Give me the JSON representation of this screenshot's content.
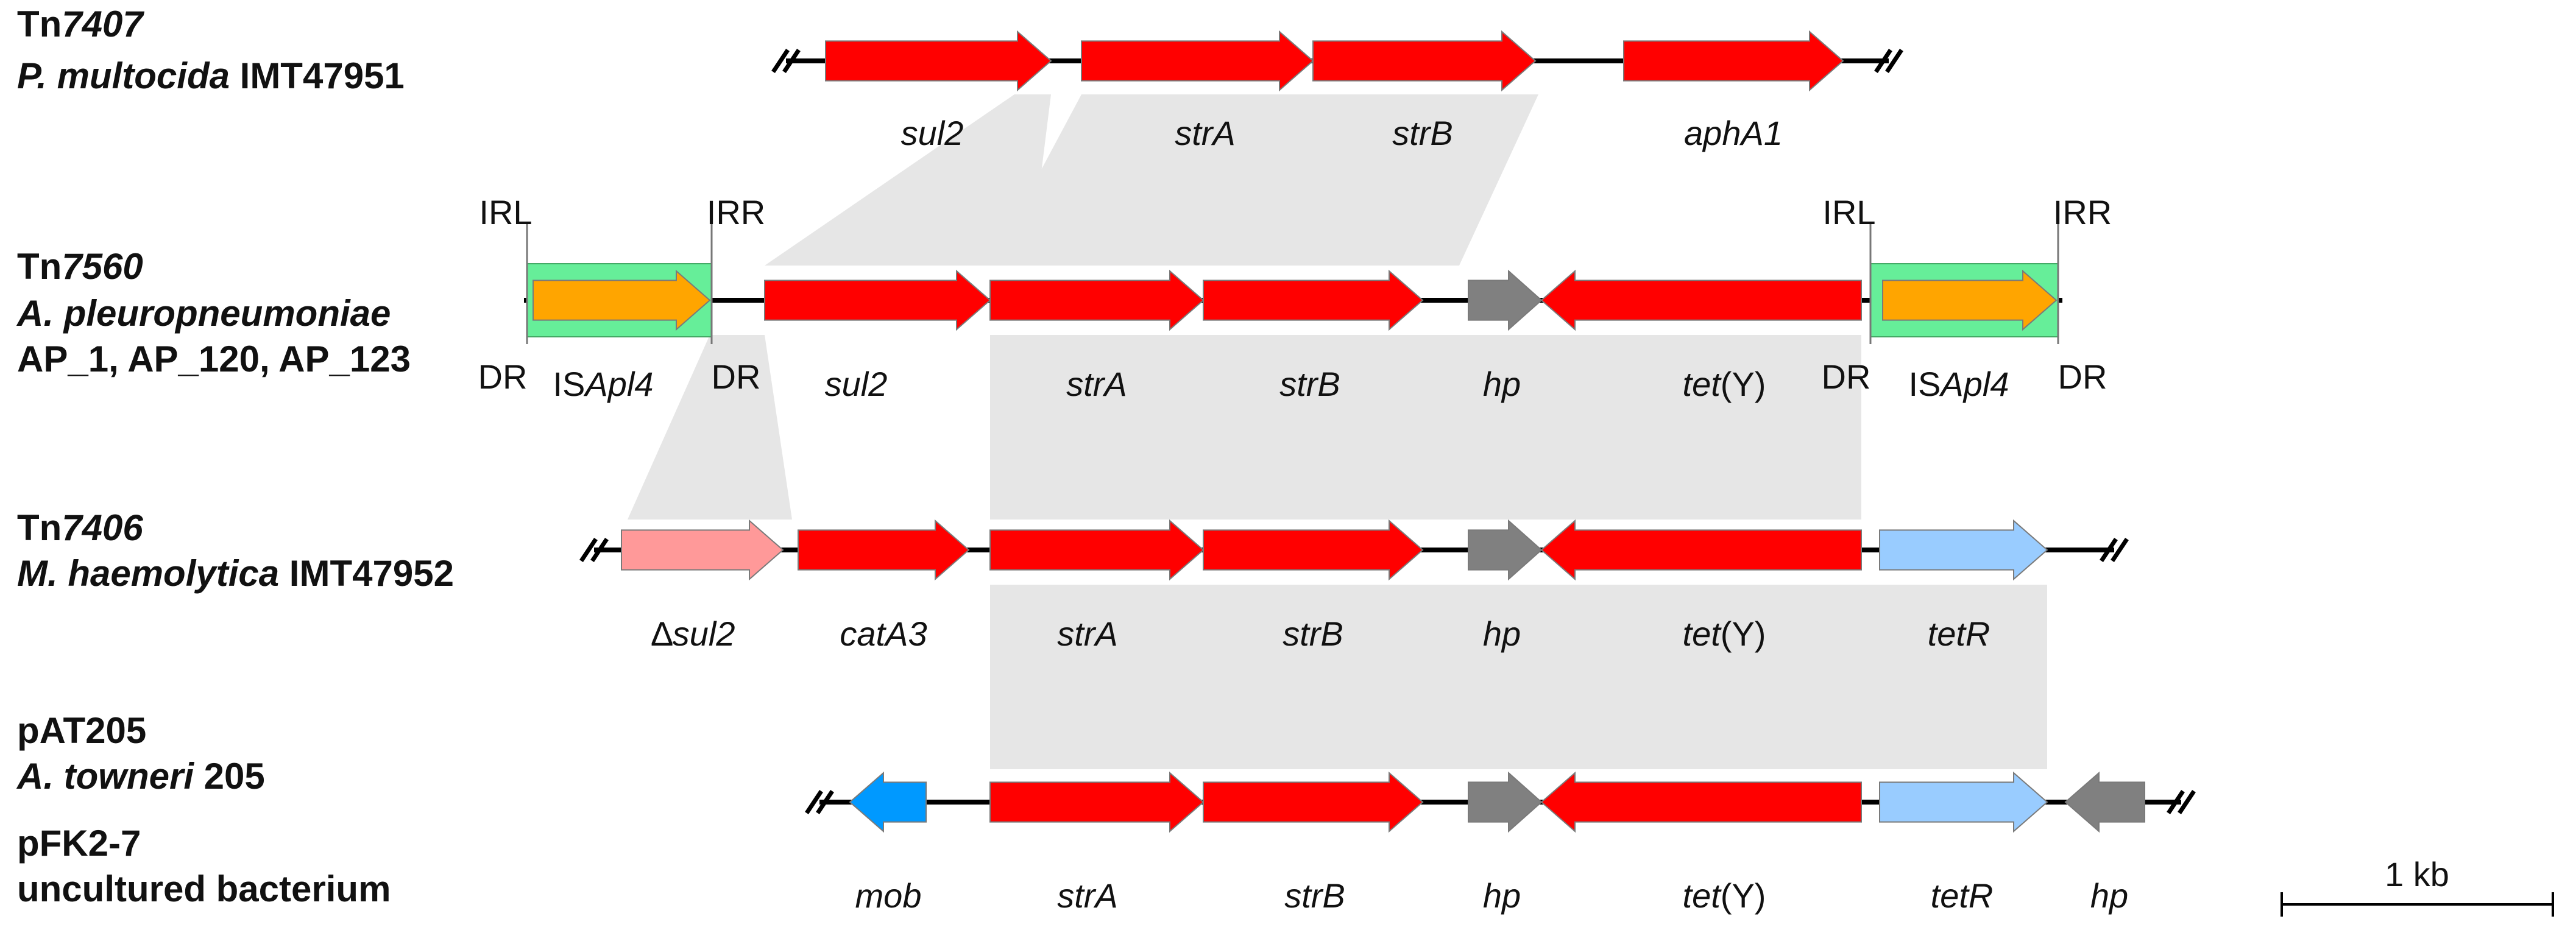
{
  "tracks": [
    {
      "id": "t1",
      "lines": [
        [
          {
            "t": "Tn",
            "i": false
          },
          {
            "t": "7407",
            "i": true
          }
        ],
        [
          {
            "t": "P. multocida",
            "i": true
          },
          {
            "t": " IMT47951",
            "i": false
          }
        ]
      ]
    },
    {
      "id": "t2",
      "lines": [
        [
          {
            "t": "Tn",
            "i": false
          },
          {
            "t": "7560",
            "i": true
          }
        ],
        [
          {
            "t": "A. pleuropneumoniae",
            "i": true
          }
        ],
        [
          {
            "t": "AP_1, AP_120, AP_123",
            "i": false
          }
        ]
      ]
    },
    {
      "id": "t3",
      "lines": [
        [
          {
            "t": "Tn",
            "i": false
          },
          {
            "t": "7406",
            "i": true
          }
        ],
        [
          {
            "t": "M. haemolytica",
            "i": true
          },
          {
            "t": " IMT47952",
            "i": false
          }
        ]
      ]
    },
    {
      "id": "t4",
      "lines": [
        [
          {
            "t": "pAT205",
            "i": false
          }
        ],
        [
          {
            "t": "A. towneri",
            "i": true
          },
          {
            "t": " 205",
            "i": false
          }
        ],
        [
          {
            "t": "pFK2-7",
            "i": false
          }
        ],
        [
          {
            "t": "uncultured bacterium",
            "i": false
          }
        ]
      ]
    }
  ],
  "genes": {
    "t1": [
      {
        "name": "sul2",
        "parts": [
          {
            "t": "sul2",
            "i": true
          }
        ],
        "color": "#ff0000"
      },
      {
        "name": "strA",
        "parts": [
          {
            "t": "strA",
            "i": true
          }
        ],
        "color": "#ff0000"
      },
      {
        "name": "strB",
        "parts": [
          {
            "t": "strB",
            "i": true
          }
        ],
        "color": "#ff0000"
      },
      {
        "name": "aphA1",
        "parts": [
          {
            "t": "aphA1",
            "i": true
          }
        ],
        "color": "#ff0000"
      }
    ],
    "t2": [
      {
        "name": "ISApl4-left",
        "parts": [
          {
            "t": "IS",
            "i": false
          },
          {
            "t": "Apl4",
            "i": true
          }
        ],
        "color": "#ffa500"
      },
      {
        "name": "sul2",
        "parts": [
          {
            "t": "sul2",
            "i": true
          }
        ],
        "color": "#ff0000"
      },
      {
        "name": "strA",
        "parts": [
          {
            "t": "strA",
            "i": true
          }
        ],
        "color": "#ff0000"
      },
      {
        "name": "strB",
        "parts": [
          {
            "t": "strB",
            "i": true
          }
        ],
        "color": "#ff0000"
      },
      {
        "name": "hp",
        "parts": [
          {
            "t": "hp",
            "i": true
          }
        ],
        "color": "#808080"
      },
      {
        "name": "tetY",
        "parts": [
          {
            "t": "tet",
            "i": true
          },
          {
            "t": "(Y)",
            "i": false
          }
        ],
        "color": "#ff0000"
      },
      {
        "name": "ISApl4-right",
        "parts": [
          {
            "t": "IS",
            "i": false
          },
          {
            "t": "Apl4",
            "i": true
          }
        ],
        "color": "#ffa500"
      }
    ],
    "t3": [
      {
        "name": "delta-sul2",
        "parts": [
          {
            "t": "∆",
            "i": false
          },
          {
            "t": "sul2",
            "i": true
          }
        ],
        "color": "#ff9999"
      },
      {
        "name": "catA3",
        "parts": [
          {
            "t": "catA3",
            "i": true
          }
        ],
        "color": "#ff0000"
      },
      {
        "name": "strA",
        "parts": [
          {
            "t": "strA",
            "i": true
          }
        ],
        "color": "#ff0000"
      },
      {
        "name": "strB",
        "parts": [
          {
            "t": "strB",
            "i": true
          }
        ],
        "color": "#ff0000"
      },
      {
        "name": "hp",
        "parts": [
          {
            "t": "hp",
            "i": true
          }
        ],
        "color": "#808080"
      },
      {
        "name": "tetY",
        "parts": [
          {
            "t": "tet",
            "i": true
          },
          {
            "t": "(Y)",
            "i": false
          }
        ],
        "color": "#ff0000"
      },
      {
        "name": "tetR",
        "parts": [
          {
            "t": "tetR",
            "i": true
          }
        ],
        "color": "#99ccff"
      }
    ],
    "t4": [
      {
        "name": "mob",
        "parts": [
          {
            "t": "mob",
            "i": true
          }
        ],
        "color": "#0099ff"
      },
      {
        "name": "strA",
        "parts": [
          {
            "t": "strA",
            "i": true
          }
        ],
        "color": "#ff0000"
      },
      {
        "name": "strB",
        "parts": [
          {
            "t": "strB",
            "i": true
          }
        ],
        "color": "#ff0000"
      },
      {
        "name": "hp",
        "parts": [
          {
            "t": "hp",
            "i": true
          }
        ],
        "color": "#808080"
      },
      {
        "name": "tetY",
        "parts": [
          {
            "t": "tet",
            "i": true
          },
          {
            "t": "(Y)",
            "i": false
          }
        ],
        "color": "#ff0000"
      },
      {
        "name": "tetR",
        "parts": [
          {
            "t": "tetR",
            "i": true
          }
        ],
        "color": "#99ccff"
      },
      {
        "name": "hp-2",
        "parts": [
          {
            "t": "hp",
            "i": true
          }
        ],
        "color": "#808080"
      }
    ]
  },
  "markers": {
    "irl": "IRL",
    "irr": "IRR",
    "dr": "DR"
  },
  "is_box_color": "#66ee99",
  "homology_color": "#e6e6e6",
  "scale_bar": {
    "label": "1 kb"
  }
}
